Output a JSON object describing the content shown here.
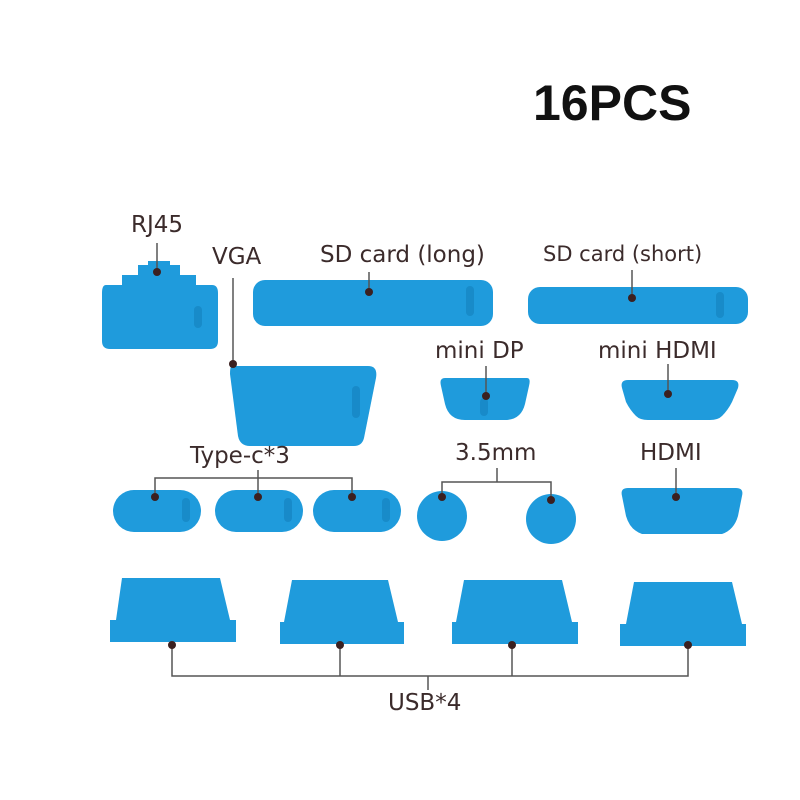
{
  "title": "16PCS",
  "colors": {
    "plug": "#1f9bdc",
    "plug_shade": "#1480bd",
    "label": "#3b2b2b",
    "line": "#555555"
  },
  "labels": {
    "rj45": "RJ45",
    "vga": "VGA",
    "sd_long": "SD card (long)",
    "sd_short": "SD card (short)",
    "mini_dp": "mini DP",
    "mini_hdmi": "mini HDMI",
    "type_c": "Type-c*3",
    "audio": "3.5mm",
    "hdmi": "HDMI",
    "usb": "USB*4"
  }
}
